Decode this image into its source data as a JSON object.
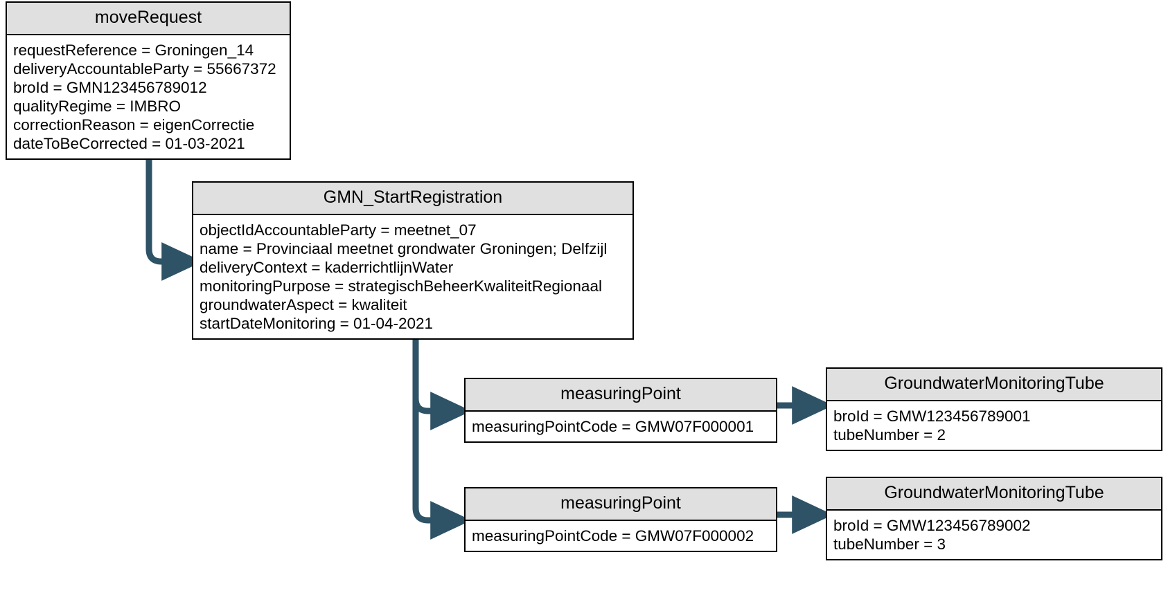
{
  "diagram": {
    "title": "moveRequest object diagram",
    "accent_color": "#2e5266",
    "header_fill": "#e0e0e0",
    "border_color": "#000000",
    "background": "#ffffff"
  },
  "boxes": {
    "move_request": {
      "title": "moveRequest",
      "attributes": [
        "requestReference = Groningen_14",
        "deliveryAccountableParty = 55667372",
        "broId = GMN123456789012",
        "qualityRegime = IMBRO",
        "correctionReason = eigenCorrectie",
        "dateToBeCorrected = 01-03-2021"
      ]
    },
    "gmn_start_registration": {
      "title": "GMN_StartRegistration",
      "attributes": [
        "objectIdAccountableParty = meetnet_07",
        "name = Provinciaal meetnet grondwater Groningen; Delfzijl",
        "deliveryContext = kaderrichtlijnWater",
        "monitoringPurpose = strategischBeheerKwaliteitRegionaal",
        "groundwaterAspect = kwaliteit",
        "startDateMonitoring = 01-04-2021"
      ]
    },
    "measuring_point_1": {
      "title": "measuringPoint",
      "attributes": [
        "measuringPointCode = GMW07F000001"
      ]
    },
    "measuring_point_2": {
      "title": "measuringPoint",
      "attributes": [
        "measuringPointCode = GMW07F000002"
      ]
    },
    "monitoring_tube_1": {
      "title": "GroundwaterMonitoringTube",
      "attributes": [
        "broId = GMW123456789001",
        "tubeNumber = 2"
      ]
    },
    "monitoring_tube_2": {
      "title": "GroundwaterMonitoringTube",
      "attributes": [
        "broId = GMW123456789002",
        "tubeNumber = 3"
      ]
    }
  },
  "connectors": [
    {
      "name": "move-request-to-start-registration",
      "from": "move_request",
      "to": "gmn_start_registration"
    },
    {
      "name": "start-registration-to-measuring-point-1",
      "from": "gmn_start_registration",
      "to": "measuring_point_1"
    },
    {
      "name": "start-registration-to-measuring-point-2",
      "from": "gmn_start_registration",
      "to": "measuring_point_2"
    },
    {
      "name": "measuring-point-1-to-monitoring-tube-1",
      "from": "measuring_point_1",
      "to": "monitoring_tube_1"
    },
    {
      "name": "measuring-point-2-to-monitoring-tube-2",
      "from": "measuring_point_2",
      "to": "monitoring_tube_2"
    }
  ]
}
